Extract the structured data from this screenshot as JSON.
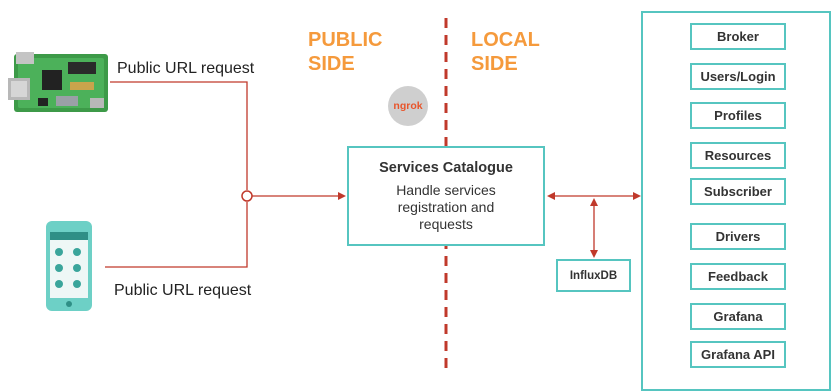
{
  "sides": {
    "public": [
      "PUBLIC",
      "SIDE"
    ],
    "local": [
      "LOCAL",
      "SIDE"
    ]
  },
  "requests": {
    "top": "Public URL request",
    "bottom": "Public URL request"
  },
  "ngrok": "ngrok",
  "services_catalogue": {
    "title": "Services Catalogue",
    "description": "Handle services registration and requests"
  },
  "influxdb": "InfluxDB",
  "modules": [
    "Broker",
    "Users/Login",
    "Profiles",
    "Resources",
    "Subscriber",
    "Drivers",
    "Feedback",
    "Grafana",
    "Grafana API"
  ],
  "colors": {
    "accent": "#56c5c0",
    "side_label": "#f59a3c",
    "wire": "#c0392b",
    "ngrok_text": "#e8552b"
  }
}
